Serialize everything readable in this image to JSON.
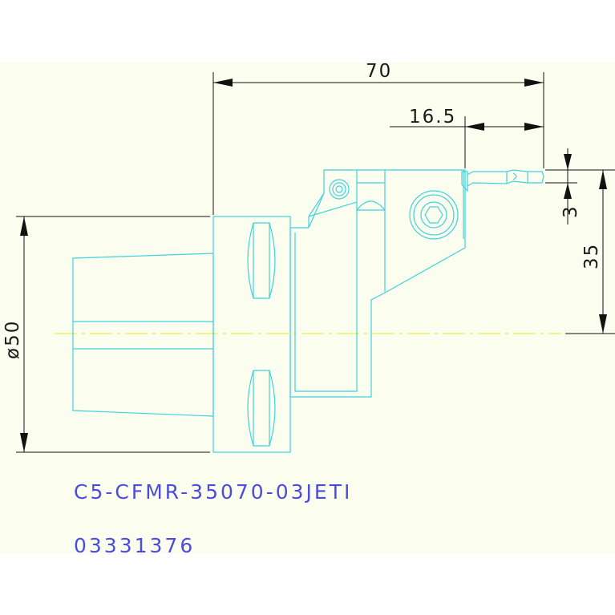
{
  "colors": {
    "paper": "#fbfdef",
    "outline": "#3fd3dd",
    "centerline": "#f3e94a",
    "dimension": "#111111",
    "code_text": "#4b4bdc"
  },
  "dimensions": {
    "overall_length": "70",
    "insert_offset": "16.5",
    "insert_width": "3",
    "center_height": "35",
    "shank_diameter": "ø50"
  },
  "labels": {
    "part_number": "C5-CFMR-35070-03JETI",
    "order_code": "03331376"
  }
}
